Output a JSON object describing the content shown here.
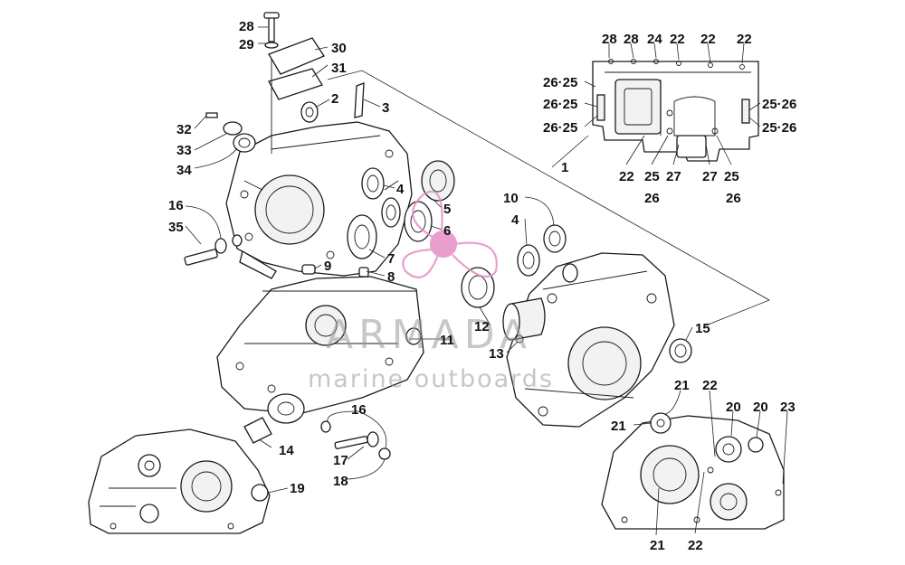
{
  "watermark": {
    "title": "ARMADA",
    "subtitle": "marine outboards",
    "logo_color": "#e58fc4"
  },
  "callouts": [
    "1",
    "2",
    "3",
    "4",
    "4",
    "5",
    "6",
    "7",
    "8",
    "9",
    "10",
    "11",
    "12",
    "13",
    "14",
    "15",
    "16",
    "16",
    "17",
    "18",
    "19",
    "20",
    "20",
    "21",
    "21",
    "21",
    "22",
    "22",
    "22",
    "22",
    "22",
    "22",
    "23",
    "24",
    "25",
    "25",
    "26",
    "26",
    "27",
    "27",
    "28",
    "28",
    "28",
    "29",
    "30",
    "31",
    "32",
    "33",
    "34",
    "35",
    "26·25",
    "26·25",
    "26·25",
    "25·26",
    "25·26"
  ]
}
